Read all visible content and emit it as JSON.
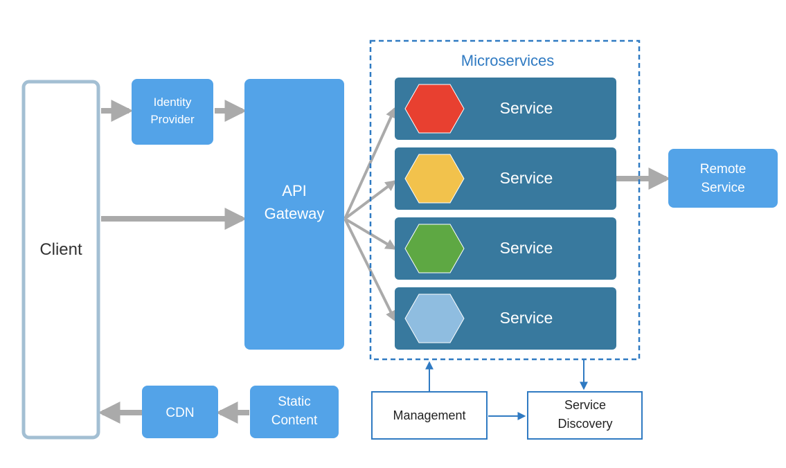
{
  "client": {
    "label": "Client"
  },
  "identity_provider": {
    "line1": "Identity",
    "line2": "Provider"
  },
  "api_gateway": {
    "line1": "API",
    "line2": "Gateway"
  },
  "microservices": {
    "title": "Microservices",
    "services": [
      {
        "label": "Service",
        "hex_color": "#e84030"
      },
      {
        "label": "Service",
        "hex_color": "#f2c24c"
      },
      {
        "label": "Service",
        "hex_color": "#5ea843"
      },
      {
        "label": "Service",
        "hex_color": "#8fbde0"
      }
    ]
  },
  "remote_service": {
    "line1": "Remote",
    "line2": "Service"
  },
  "cdn": {
    "label": "CDN"
  },
  "static_content": {
    "line1": "Static",
    "line2": "Content"
  },
  "management": {
    "label": "Management"
  },
  "service_discovery": {
    "line1": "Service",
    "line2": "Discovery"
  },
  "colors": {
    "light_blue_box": "#53a3e8",
    "service_row": "#38799e",
    "client_border": "#a3bfd3",
    "gray_arrow": "#aaaaaa",
    "blue_outline": "#2f7ac2",
    "title_blue": "#2f7ac2"
  }
}
